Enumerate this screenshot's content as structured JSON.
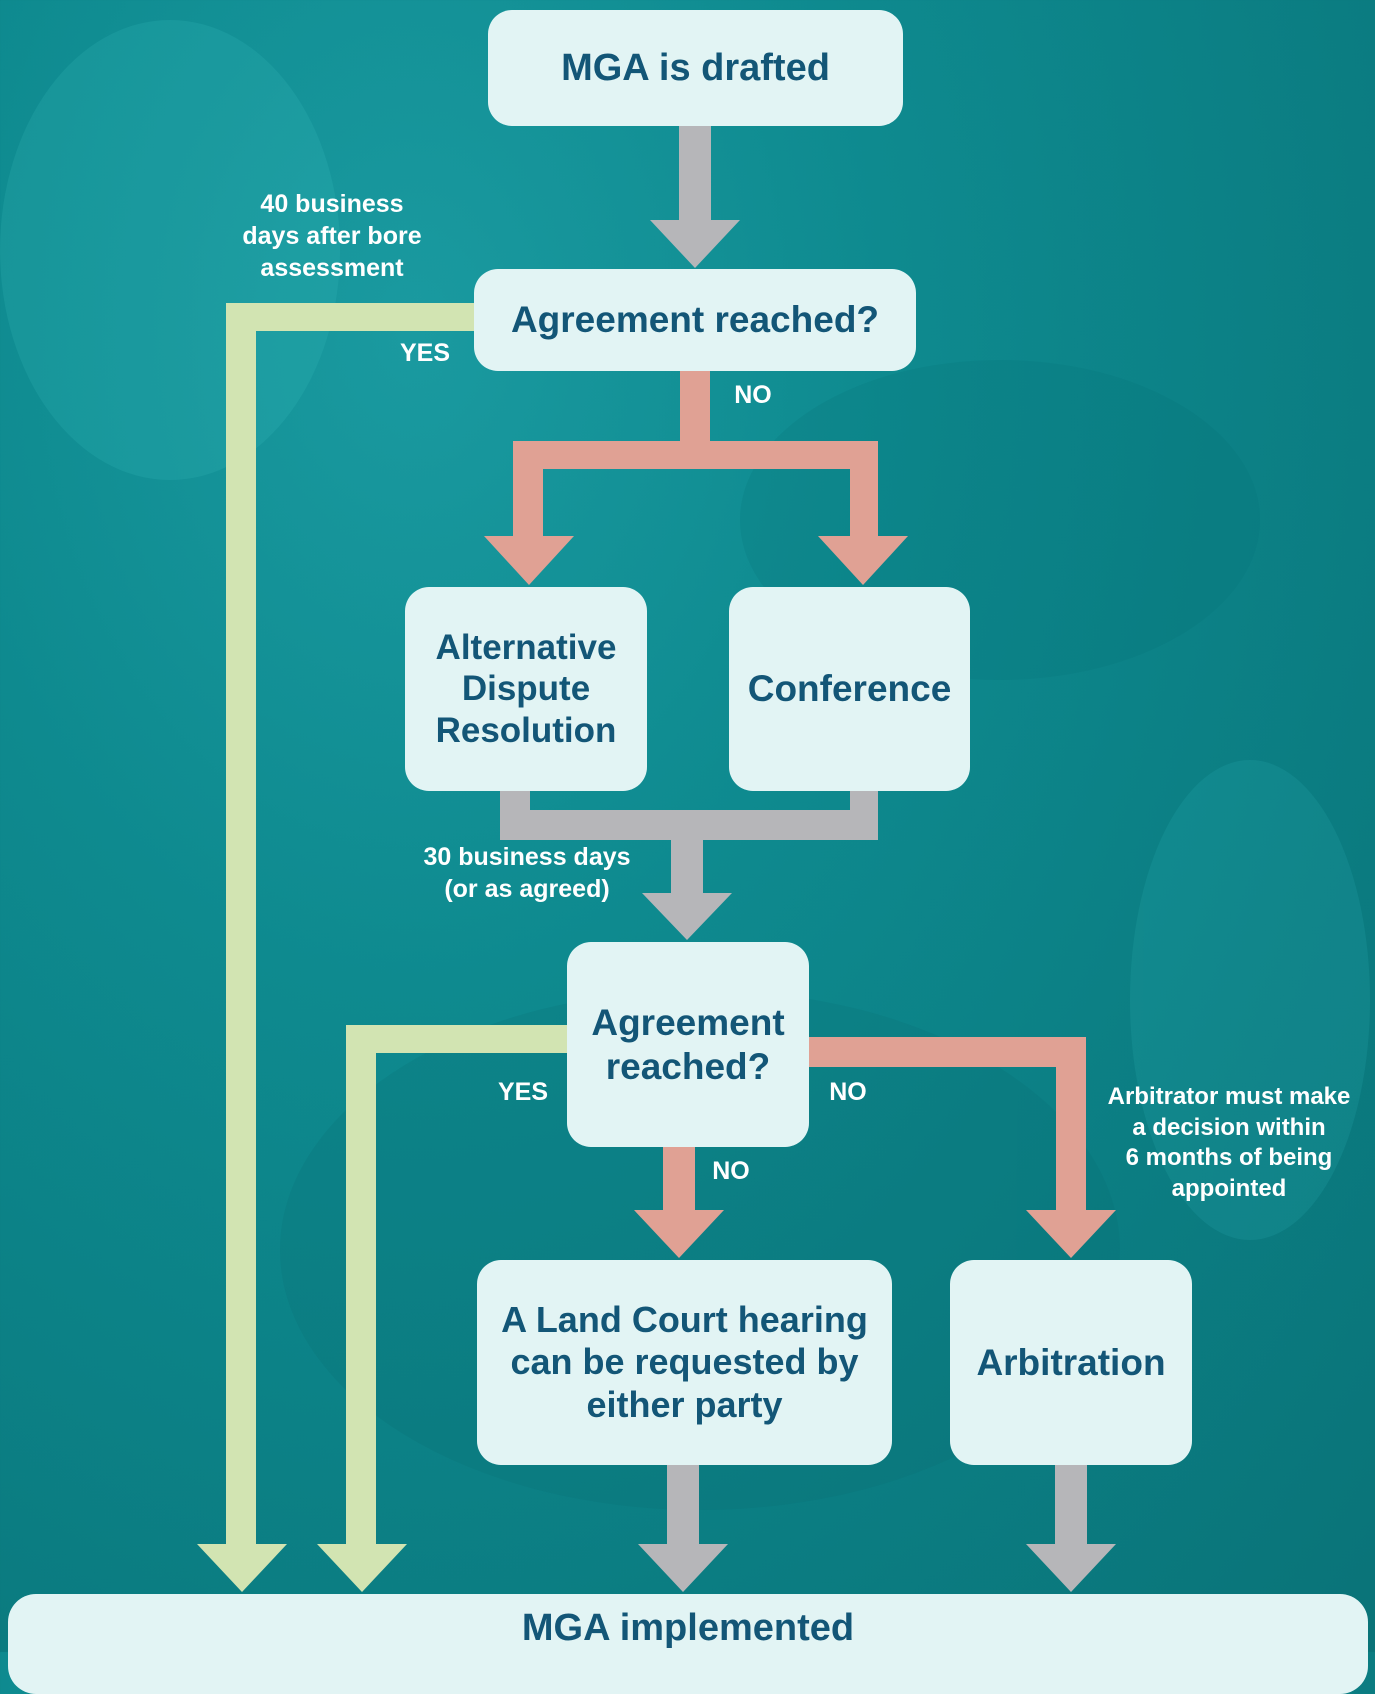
{
  "nodes": {
    "drafted": "MGA is drafted",
    "agreement1": "Agreement reached?",
    "adr": "Alternative Dispute Resolution",
    "conference": "Conference",
    "agreement2": "Agreement reached?",
    "land_court": "A Land Court hearing can be requested by either party",
    "arbitration": "Arbitration",
    "implemented": "MGA implemented"
  },
  "labels": {
    "forty_days": "40 business\ndays after bore\nassessment",
    "yes1": "YES",
    "no1": "NO",
    "thirty_days": "30 business days\n(or as agreed)",
    "yes2": "YES",
    "no_right": "NO",
    "no_down": "NO",
    "arbitrator_note": "Arbitrator must make\na decision within\n6 months of being\nappointed"
  },
  "colors": {
    "box_fill": "#e2f4f4",
    "box_text": "#135677",
    "yes_path": "#d2e4b2",
    "no_path": "#e0a194",
    "neutral_path": "#b6b6b9"
  }
}
